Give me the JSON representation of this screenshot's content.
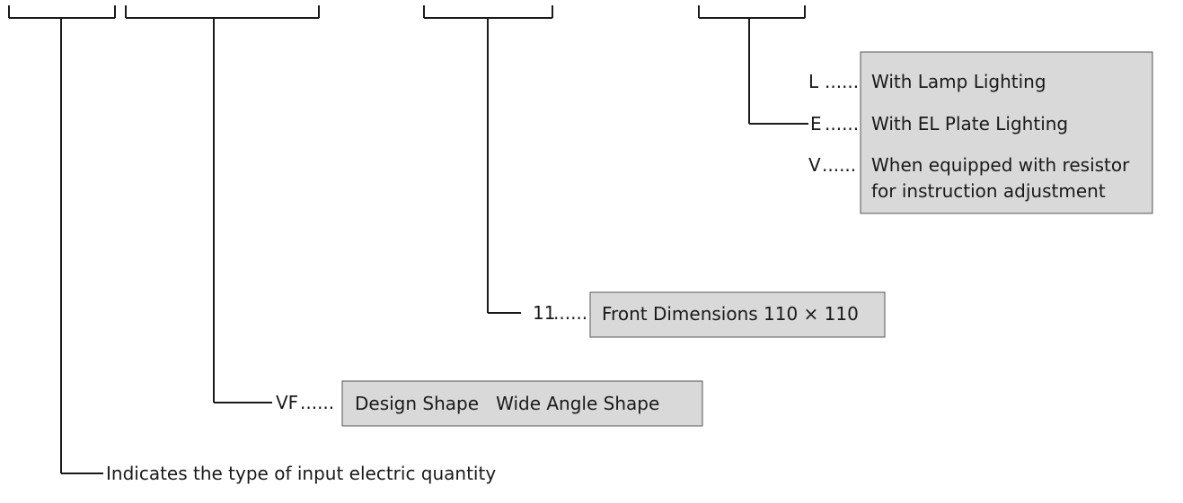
{
  "code_options": [
    {
      "code": "L",
      "leader": "......",
      "label": "With Lamp Lighting"
    },
    {
      "code": "E",
      "leader": "......",
      "label": "With EL Plate Lighting"
    },
    {
      "code": "V",
      "leader": "......",
      "label_lines": [
        "When equipped with resistor",
        "for instruction adjustment"
      ]
    }
  ],
  "front_dimensions": {
    "code": "11",
    "leader": "......",
    "label": "Front Dimensions 110 × 110"
  },
  "design_shape": {
    "code": "VF",
    "leader": "......",
    "label": "Design Shape   Wide Angle Shape"
  },
  "input_quantity": {
    "label": "Indicates the type of input electric quantity"
  },
  "colors": {
    "box_fill": "#d9d9d9",
    "box_stroke": "#555555",
    "line": "#1a1a1a"
  }
}
